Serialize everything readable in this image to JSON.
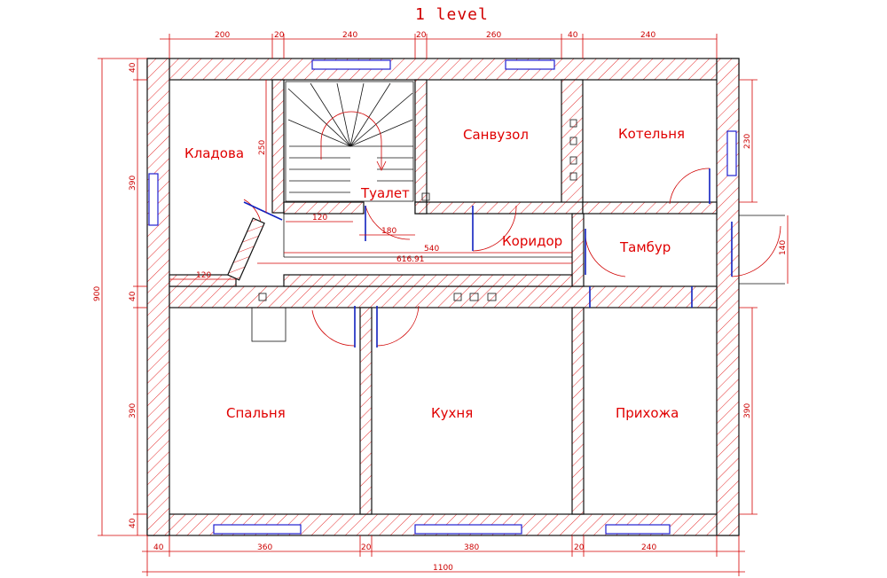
{
  "title": "1 level",
  "rooms": {
    "storage": "Кладова",
    "bathroom": "Санвузол",
    "boiler": "Котельня",
    "toilet": "Туалет",
    "corridor": "Коридор",
    "vestibule": "Тамбур",
    "bedroom": "Спальня",
    "kitchen": "Кухня",
    "hall": "Прихожа"
  },
  "dims": {
    "top": [
      "200",
      "20",
      "240",
      "20",
      "260",
      "40",
      "240"
    ],
    "bottom": [
      "40",
      "360",
      "20",
      "380",
      "20",
      "240"
    ],
    "total_width": "1100",
    "left": [
      "40",
      "390",
      "40",
      "390",
      "40"
    ],
    "total_height": "900",
    "right_top": "230",
    "right_bottom": "390",
    "vestibule_depth": "140",
    "stair_height": "250",
    "stair_width": "120",
    "toilet_width": "180",
    "corridor_length": "540",
    "corridor_total": "616.91",
    "storage_bottom": "120"
  }
}
